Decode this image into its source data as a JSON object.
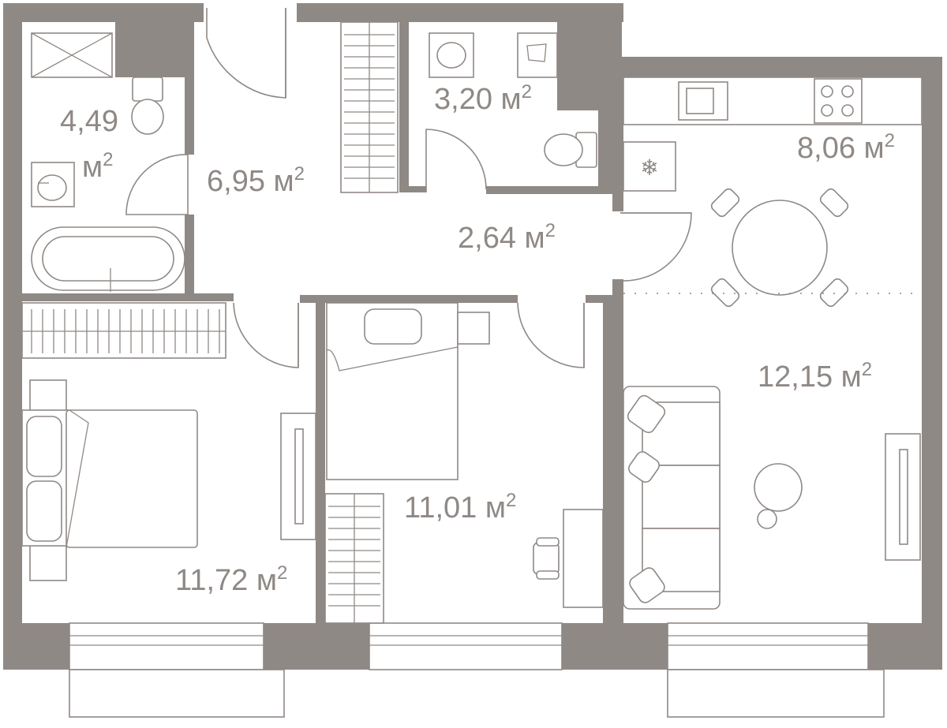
{
  "plan": {
    "rooms": [
      {
        "id": "bathroom",
        "area": "4,49",
        "unit": "м",
        "sup": "2"
      },
      {
        "id": "hall",
        "area": "6,95",
        "unit": "м",
        "sup": "2"
      },
      {
        "id": "wc",
        "area": "3,20",
        "unit": "м",
        "sup": "2"
      },
      {
        "id": "kitchen",
        "area": "8,06",
        "unit": "м",
        "sup": "2"
      },
      {
        "id": "corridor",
        "area": "2,64",
        "unit": "м",
        "sup": "2"
      },
      {
        "id": "living",
        "area": "12,15",
        "unit": "м",
        "sup": "2"
      },
      {
        "id": "bedroom-1",
        "area": "11,72",
        "unit": "м",
        "sup": "2"
      },
      {
        "id": "bedroom-2",
        "area": "11,01",
        "unit": "м",
        "sup": "2"
      }
    ],
    "colors": {
      "wall": "#8f8985",
      "furniture_stroke": "#8f8985",
      "background": "#ffffff"
    }
  }
}
